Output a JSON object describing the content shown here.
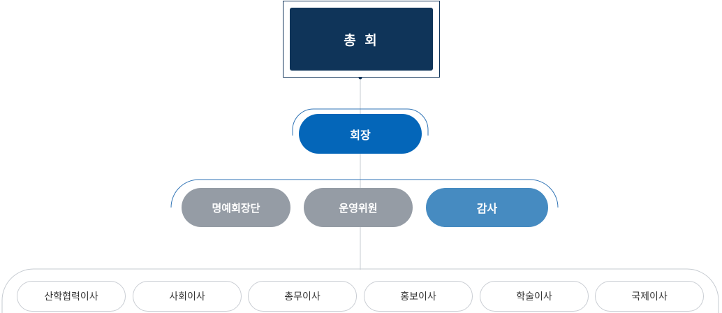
{
  "chart": {
    "top": "총 회",
    "president": "회장",
    "middle": [
      {
        "label": "명예회장단",
        "tone": "gray"
      },
      {
        "label": "운영위원",
        "tone": "gray"
      },
      {
        "label": "감사",
        "tone": "blue"
      }
    ],
    "bottom": [
      "산학협력이사",
      "사회이사",
      "총무이사",
      "홍보이사",
      "학술이사",
      "국제이사"
    ]
  },
  "colors": {
    "navy": "#0f3459",
    "blue": "#0466b9",
    "light_blue": "#468bc1",
    "gray": "#959ca5",
    "leaf_border": "#c9cdd3"
  }
}
